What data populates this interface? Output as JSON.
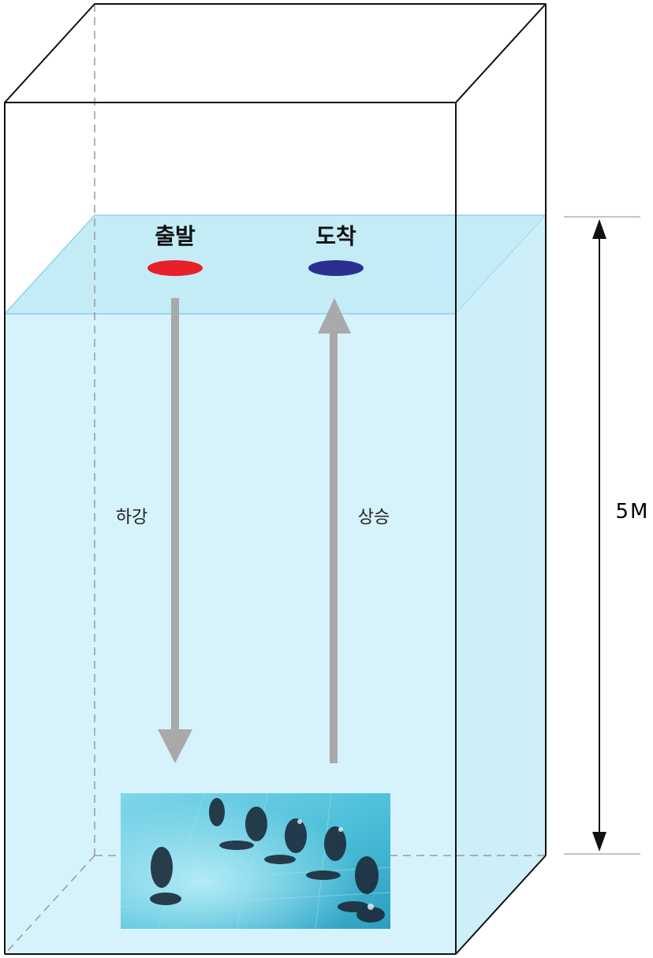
{
  "diagram": {
    "start_label": "출발",
    "arrival_label": "도착",
    "descent_label": "하강",
    "ascent_label": "상승",
    "depth_label": "5M"
  },
  "colors": {
    "water_fill": "#d6f3fb",
    "water_surface": "#bfeaf6",
    "water_edge": "#8fd2ea",
    "tank_outline": "#111111",
    "start_marker": "#e8202a",
    "arrival_marker": "#2b2f8f",
    "arrow": "#a9a9a9",
    "photo_water": "#4fc2dc"
  },
  "photo": {
    "description_icon": "divers-photo"
  }
}
